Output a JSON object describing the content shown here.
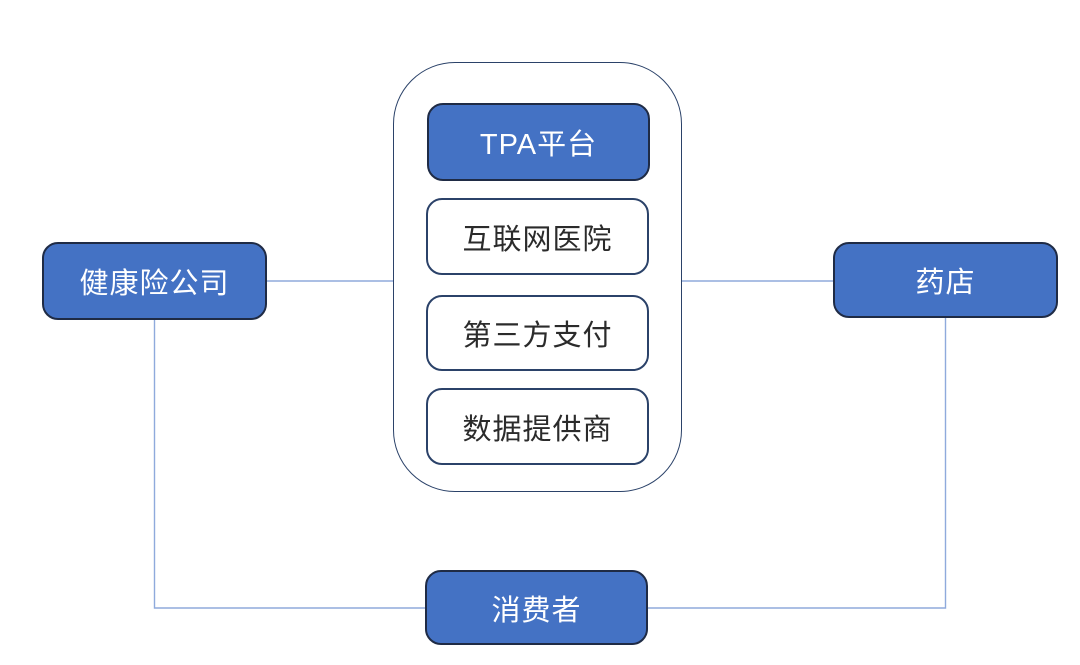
{
  "diagram": {
    "platform_group": {
      "main_box": {
        "label": "TPA平台"
      },
      "sub_boxes": [
        {
          "label": "互联网医院"
        },
        {
          "label": "第三方支付"
        },
        {
          "label": "数据提供商"
        }
      ]
    },
    "left_box": {
      "label": "健康险公司"
    },
    "right_box": {
      "label": "药店"
    },
    "bottom_box": {
      "label": "消费者"
    }
  },
  "colors": {
    "box_fill": "#4472C4",
    "box_border_dark": "#1f2b45",
    "outline_border": "#2b4269",
    "connector": "#8faadc",
    "text_on_fill": "#ffffff",
    "text_on_white": "#2b2b2b",
    "canvas_bg": "#ffffff"
  }
}
